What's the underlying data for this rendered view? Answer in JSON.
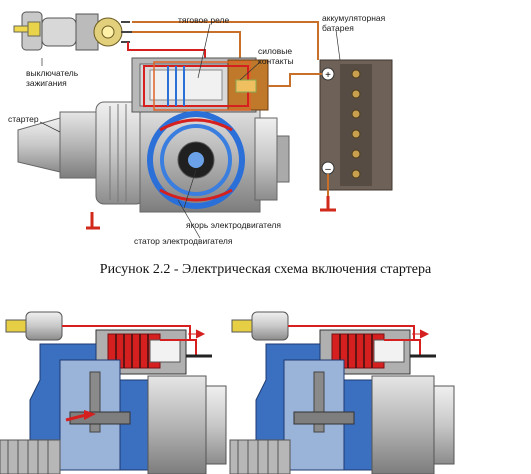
{
  "labels": {
    "ignition_switch": "выключатель\nзажигания",
    "traction_relay": "тяговое реле",
    "power_contacts": "силовые\nконтакты",
    "battery": "аккумуляторная\nбатарея",
    "starter": "стартер",
    "motor_armature": "якорь электродвигателя",
    "motor_stator": "статор электродвигателя"
  },
  "caption": "Рисунок 2.2 - Электрическая схема включения стартера",
  "colors": {
    "wire_red": "#d62020",
    "wire_orange": "#d2691e",
    "battery_body": "#6e6258",
    "winding_blue": "#2b6fd8",
    "motor_grey": "#9a9a9a",
    "ground_red": "#d12a1a"
  }
}
